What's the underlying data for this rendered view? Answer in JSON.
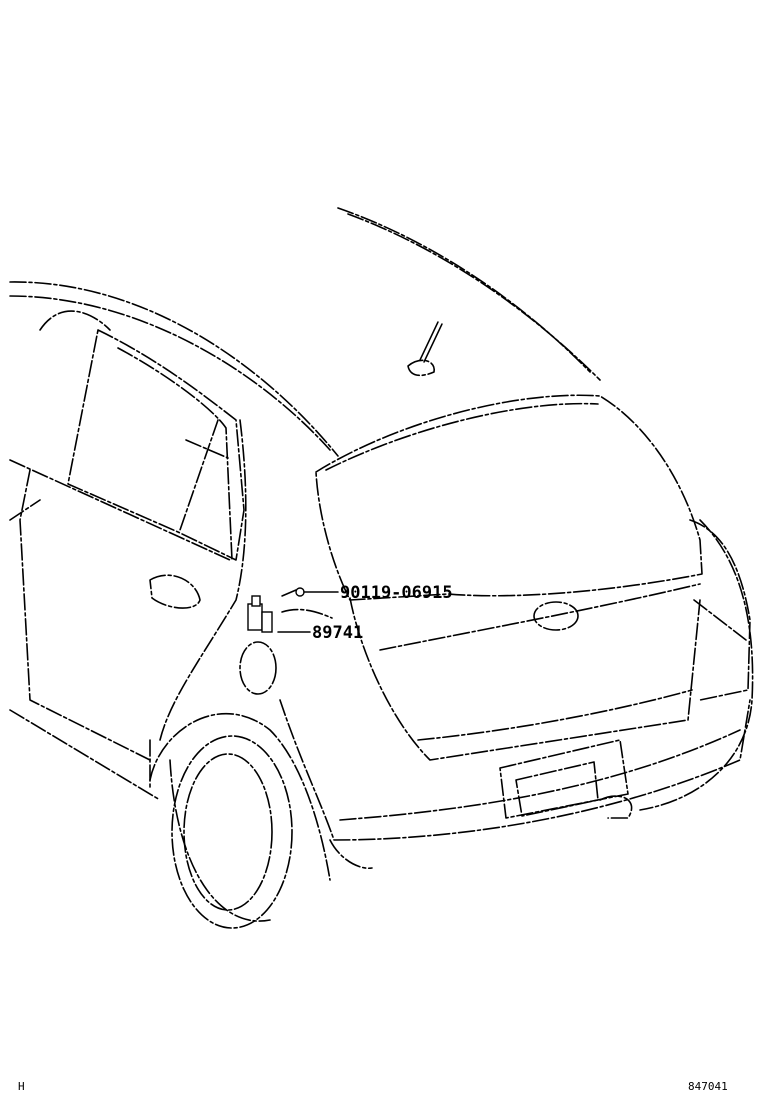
{
  "callouts": [
    {
      "part_number": "90119-06915"
    },
    {
      "part_number": "89741"
    }
  ],
  "footer": {
    "left_code": "H",
    "right_code": "847041"
  }
}
